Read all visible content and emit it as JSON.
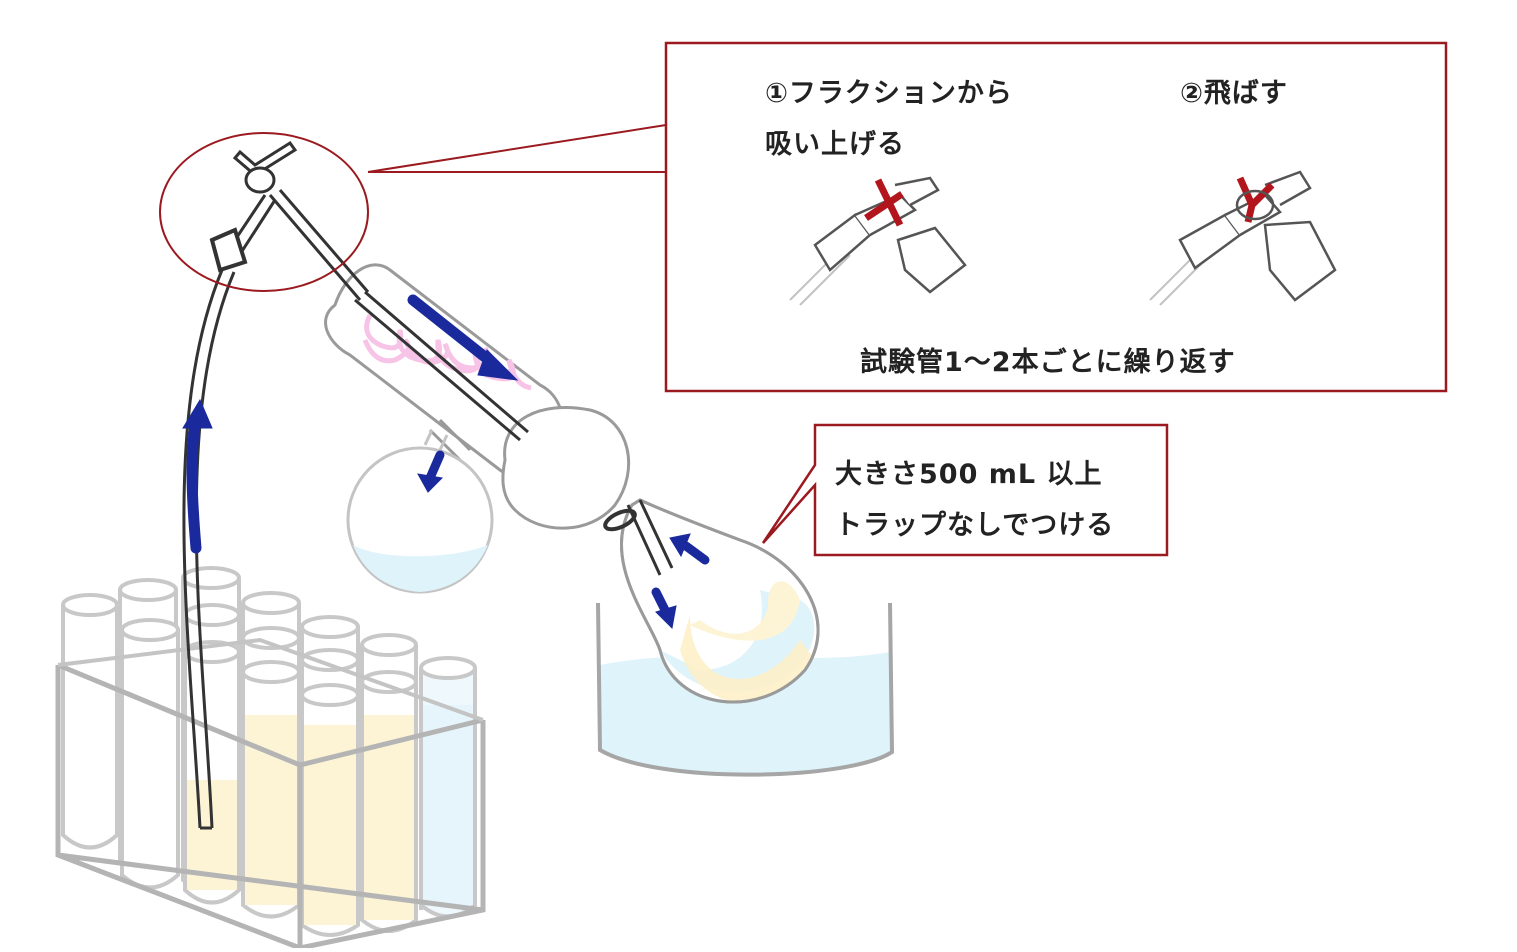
{
  "callout_top": {
    "step1_line1": "①フラクションから",
    "step1_line2": "吸い上げる",
    "step2": "②飛ばす",
    "repeat_note": "試験管1～2本ごとに繰り返す"
  },
  "callout_flask": {
    "line1": "大きさ500 mL 以上",
    "line2": "トラップなしでつける"
  },
  "colors": {
    "callout_border": "#9b1a1f",
    "flow_arrow": "#1a2a9c",
    "coolant_coil": "#f7c3e6",
    "cold_bath": "#dff3fb",
    "sample_liquid": "#fdf4d6",
    "glass_outline": "#9a9a9a"
  }
}
